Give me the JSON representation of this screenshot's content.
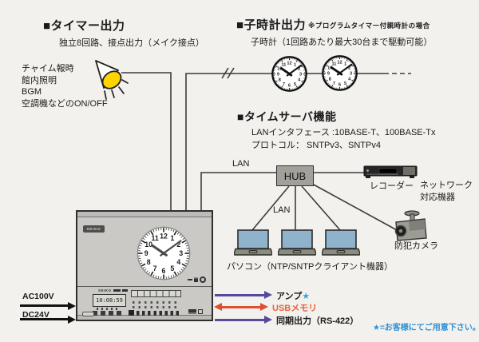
{
  "canvas": {
    "bg": "#f2f1ed"
  },
  "timer_output": {
    "heading": "■タイマー出力",
    "subtitle": "独立8回路、接点出力（メイク接点）",
    "examples": [
      "チャイム報時",
      "館内照明",
      "BGM",
      "空調機などのON/OFF"
    ]
  },
  "child_clock_output": {
    "heading": "■子時計出力",
    "note": "※プログラムタイマー付親時計の場合",
    "subtitle": "子時計（1回路あたり最大30台まで駆動可能）",
    "clock_time": "10:09"
  },
  "time_server": {
    "heading": "■タイムサーバ機能",
    "interface_line": "LANインタフェース :10BASE-T、100BASE-Tx",
    "protocol_line": "プロトコル： SNTPv3、SNTPv4"
  },
  "network": {
    "lan_label_top": "LAN",
    "lan_label_mid": "LAN",
    "hub": "HUB",
    "recorder": "レコーダー",
    "network_device_line1": "ネットワーク",
    "network_device_line2": "対応機器",
    "pc_label": "パソコン（NTP/SNTPクライアント機器）",
    "camera_label": "防犯カメラ"
  },
  "master_clock": {
    "brand": "SEIKO",
    "panel_brand": "SEIKO",
    "lcd_time": "10:08:59",
    "clock_time": "10:09"
  },
  "power_inputs": {
    "ac": "AC100V",
    "dc": "DC24V"
  },
  "outputs": {
    "amp": "アンプ",
    "amp_star": "★",
    "usb": "USBメモリ",
    "sync": "同期出力（RS-422）"
  },
  "footnote": "★=お客様にてご用意下さい。",
  "colors": {
    "wire": "#3c3c3c",
    "purple_arrow": "#554a9c",
    "red_arrow": "#dd4f2e",
    "usb_text": "#e8613e",
    "star": "#29abe2",
    "footnote_blue": "#2e8fd6",
    "lamp_yellow": "#ffd400",
    "laptop_screen": "#8fb3cb"
  }
}
